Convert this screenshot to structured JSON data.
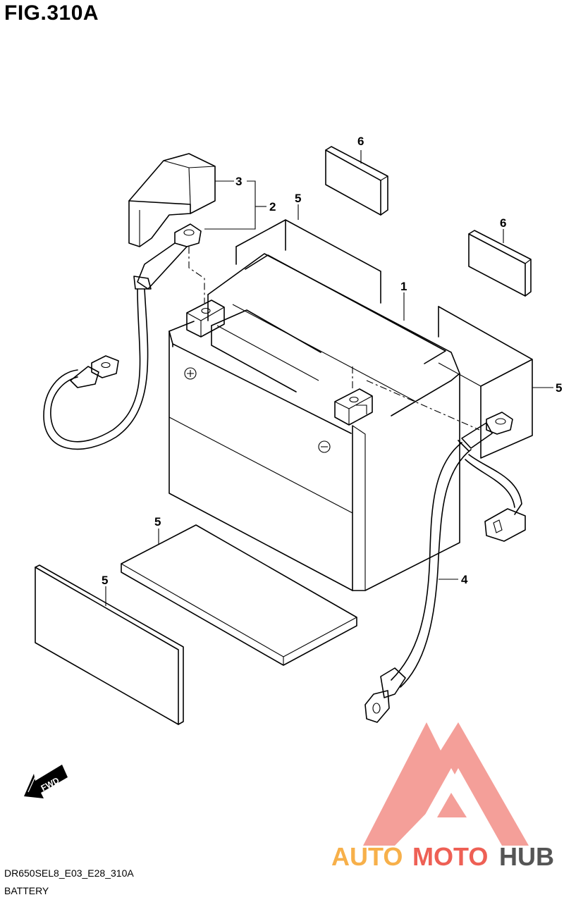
{
  "figure": {
    "title": "FIG.310A",
    "code": "DR650SEL8_E03_E28_310A",
    "name": "BATTERY"
  },
  "callouts": {
    "battery": "1",
    "cable_minus_assy": "2",
    "terminal_cover": "3",
    "cable_plus": "4",
    "cushion": "5",
    "spacer": "6"
  },
  "fwd_label": "FWD",
  "watermark": {
    "part1": "AUTO",
    "part2": "MOTO",
    "part3": "HUB",
    "colors": {
      "orange": "#F7B04A",
      "red": "#EE6055",
      "gray": "#555555"
    }
  }
}
